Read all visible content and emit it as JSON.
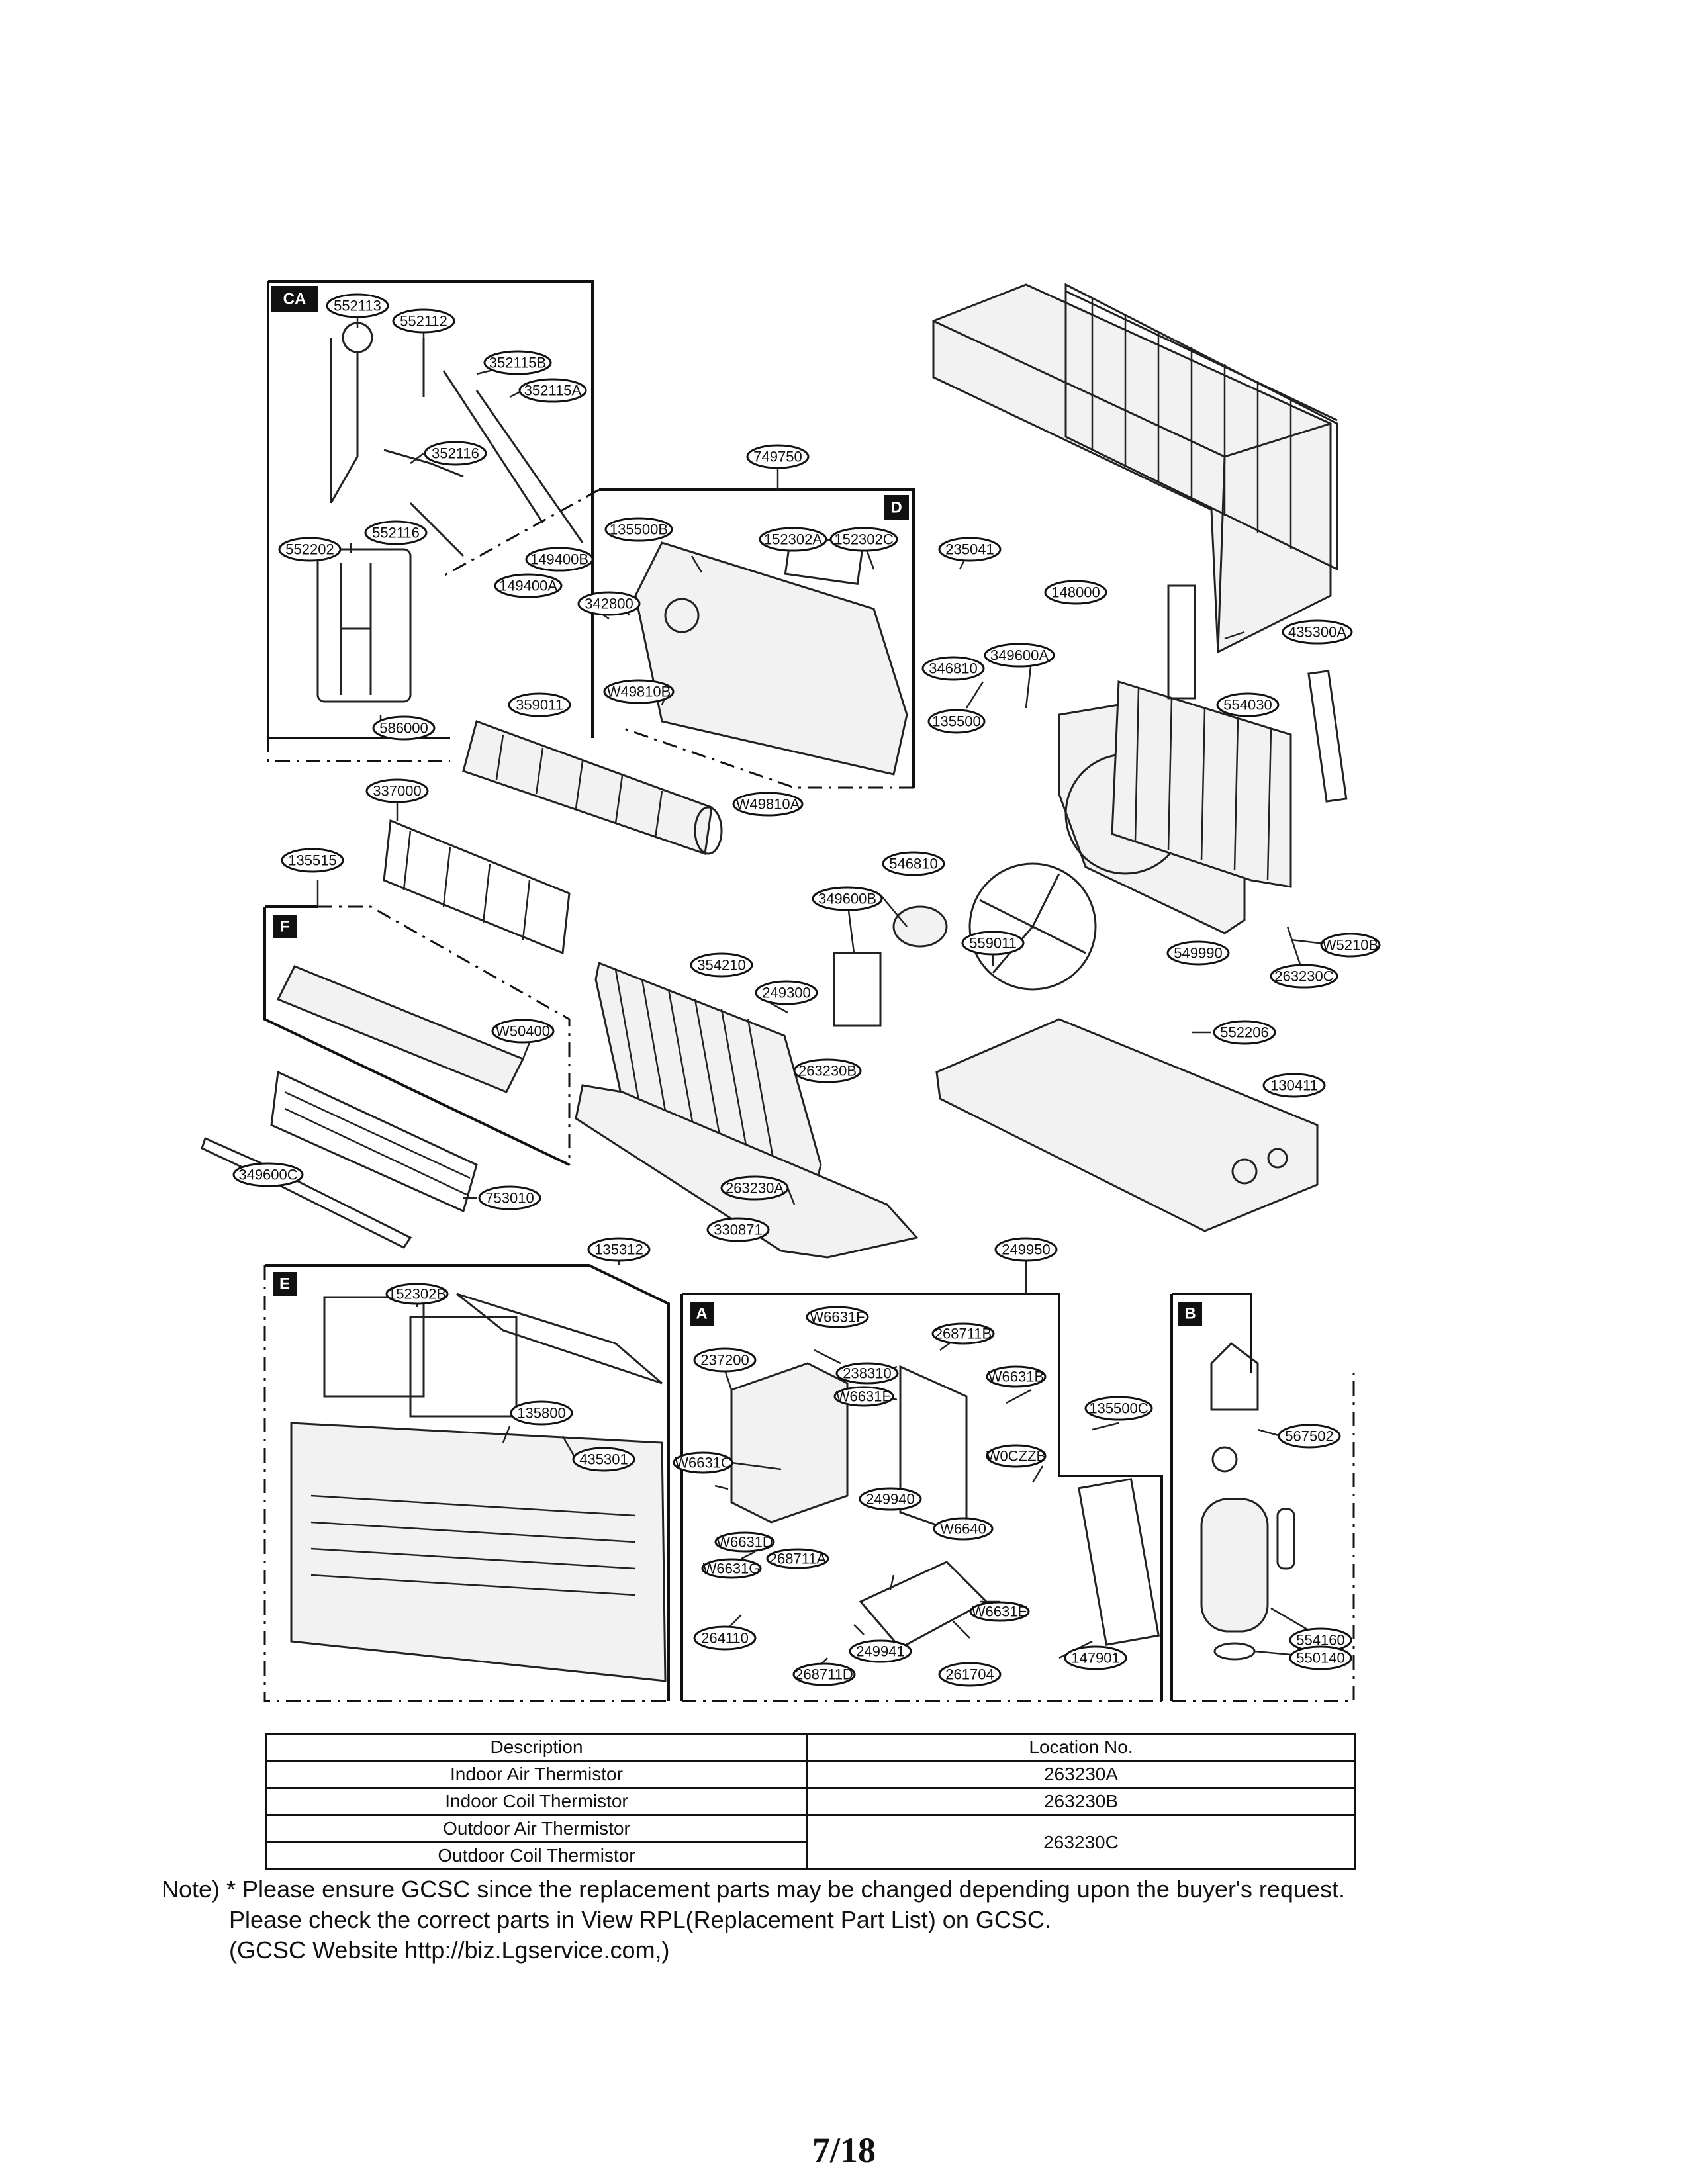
{
  "diagram": {
    "section_tags": [
      "CA",
      "D",
      "F",
      "E",
      "A",
      "B"
    ],
    "part_numbers": [
      "552113",
      "552112",
      "352115B",
      "352115A",
      "352116",
      "552116",
      "552202",
      "586000",
      "749750",
      "135500B",
      "149400B",
      "149400A",
      "342800",
      "152302A",
      "152302C",
      "235041",
      "148000",
      "W49810B",
      "359011",
      "346810",
      "349600A",
      "135500",
      "435300A",
      "554030",
      "W49810A",
      "337000",
      "135515",
      "546810",
      "349600B",
      "354210",
      "249300",
      "559011",
      "549990",
      "263230C",
      "W5210B",
      "552206",
      "W50400",
      "263230B",
      "130411",
      "349600C",
      "753010",
      "263230A",
      "330871",
      "135312",
      "249950",
      "152302B",
      "W6631F",
      "268711B",
      "237200",
      "238310",
      "W6631E",
      "W6631B",
      "135500C",
      "567502",
      "135800",
      "435301",
      "W6631C",
      "W0CZZB",
      "249940",
      "W6640",
      "W6631D",
      "W6631G",
      "268711A",
      "W6631E",
      "554160",
      "264110",
      "249941",
      "261704",
      "147901",
      "550140",
      "268711D"
    ]
  },
  "table": {
    "headers": [
      "Description",
      "Location No."
    ],
    "rows": [
      {
        "description": "Indoor Air Thermistor",
        "location": "263230A"
      },
      {
        "description": "Indoor Coil Thermistor",
        "location": "263230B"
      },
      {
        "description": "Outdoor Air Thermistor",
        "location": "263230C"
      },
      {
        "description": "Outdoor Coil Thermistor",
        "location": ""
      }
    ]
  },
  "note": {
    "line1": "Note) * Please ensure GCSC since the replacement parts may be changed depending upon the buyer's request.",
    "line2": "Please check  the correct parts in View RPL(Replacement Part List) on GCSC.",
    "line3": "(GCSC Website  http://biz.Lgservice.com,)"
  },
  "page_number": "7/18"
}
